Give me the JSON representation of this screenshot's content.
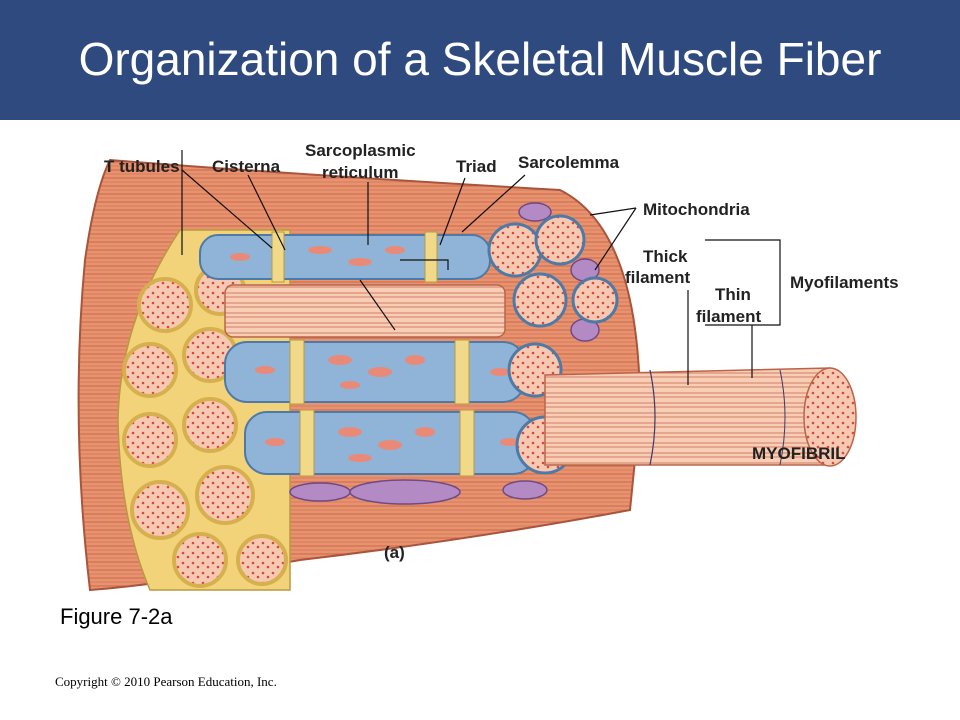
{
  "slide": {
    "title": "Organization of a Skeletal Muscle Fiber",
    "figure_ref": "Figure 7-2a",
    "copyright": "Copyright © 2010 Pearson Education, Inc."
  },
  "diagram": {
    "labels": {
      "t_tubules": "T tubules",
      "cisterna": "Cisterna",
      "sarcoplasmic_1": "Sarcoplasmic",
      "sarcoplasmic_2": "reticulum",
      "triad": "Triad",
      "sarcolemma": "Sarcolemma",
      "mitochondria": "Mitochondria",
      "thick_1": "Thick",
      "thick_2": "filament",
      "thin_1": "Thin",
      "thin_2": "filament",
      "myofilaments": "Myofilaments",
      "myofibril": "MYOFIBRIL",
      "panel": "(a)"
    },
    "colors": {
      "header": "#2e4a7e",
      "muscle": "#e8926f",
      "muscle_dark": "#c96a4a",
      "reticulum": "#8fb4d8",
      "t_tubule": "#f1d98a",
      "mitochondria": "#b48ac4",
      "fibril_dots": "#d9483b"
    }
  }
}
